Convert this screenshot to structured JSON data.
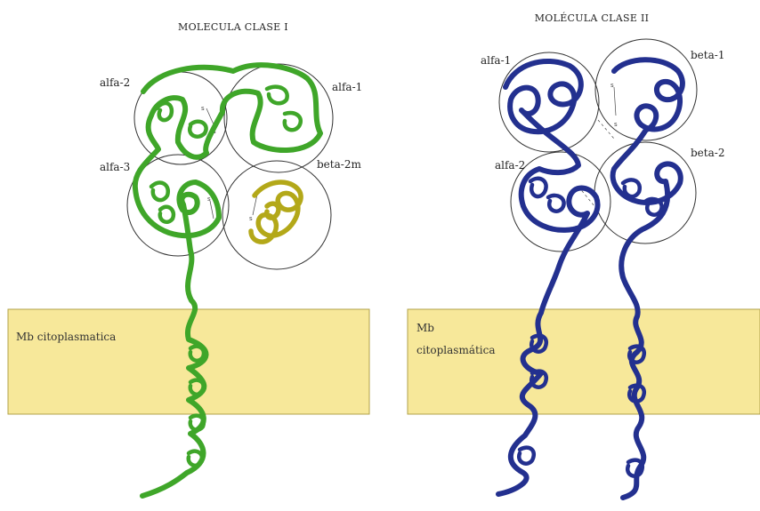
{
  "colors": {
    "class1_chain": "#3fa629",
    "beta2m_chain": "#b3a819",
    "class2_chain": "#23308f",
    "membrane_fill": "#f7e89a",
    "membrane_stroke": "#b2a24a"
  },
  "class1": {
    "title": "MOLECULA CLASE I",
    "labels": {
      "alfa2": "alfa-2",
      "alfa1": "alfa-1",
      "alfa3": "alfa-3",
      "beta2m": "beta-2m"
    },
    "membrane_label": "Mb citoplasmatica"
  },
  "class2": {
    "title": "MOLÉCULA CLASE II",
    "labels": {
      "alfa1": "alfa-1",
      "beta1": "beta-1",
      "alfa2": "alfa-2",
      "beta2": "beta-2"
    },
    "membrane_label_line1": "Mb",
    "membrane_label_line2": "citoplasmática"
  }
}
